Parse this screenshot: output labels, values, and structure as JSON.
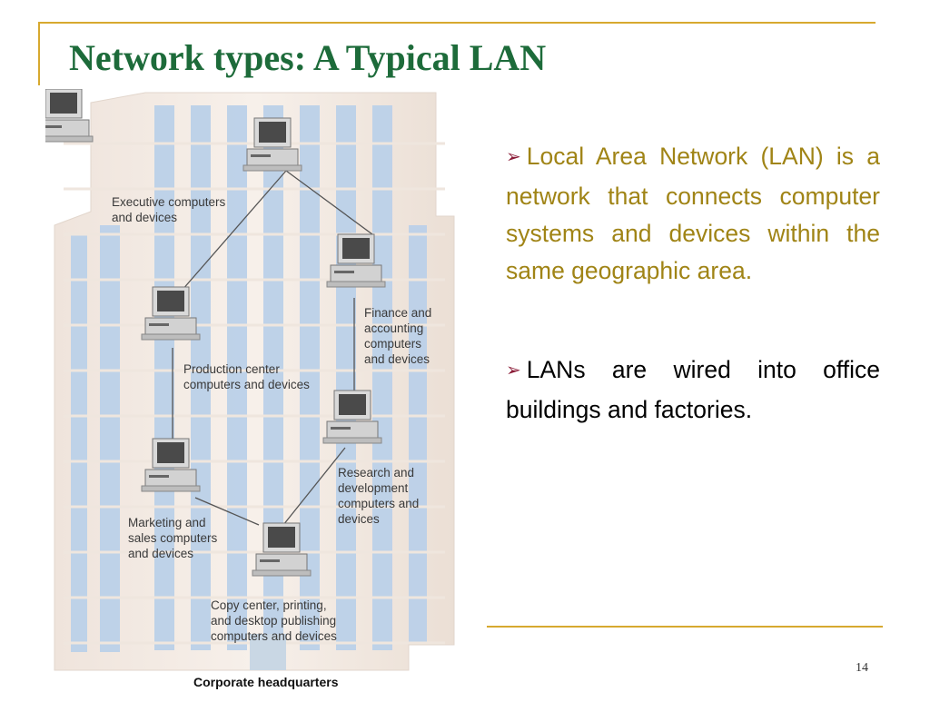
{
  "slide": {
    "title": "Network types: A Typical LAN",
    "page_number": "14"
  },
  "figure": {
    "caption": "Corporate headquarters",
    "labels": {
      "executive": "Executive computers\nand devices",
      "finance": "Finance and\naccounting\ncomputers\nand devices",
      "production": "Production center\ncomputers and devices",
      "research": "Research and\ndevelopment\ncomputers and\ndevices",
      "marketing": "Marketing and\nsales computers\nand devices",
      "copy": "Copy center, printing,\nand desktop publishing\ncomputers and devices"
    }
  },
  "bullets": [
    {
      "marker": "➢",
      "text": "Local Area Network (LAN) is a network that connects computer systems and devices within the same geographic area."
    },
    {
      "marker": "➢",
      "text": "LANs are wired into office buildings and factories."
    }
  ],
  "colors": {
    "title": "#1d6b3a",
    "accent_rule": "#d7a92f",
    "bullet1_text": "#a08416",
    "bullet2_text": "#000000",
    "arrow": "#8a1a36"
  }
}
